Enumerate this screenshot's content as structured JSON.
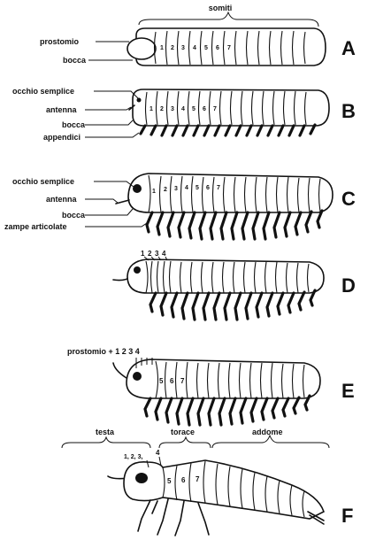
{
  "panels": [
    "A",
    "B",
    "C",
    "D",
    "E",
    "F"
  ],
  "A": {
    "somiti": "somiti",
    "prostomio": "prostomio",
    "bocca": "bocca",
    "segments": [
      "1",
      "2",
      "3",
      "4",
      "5",
      "6",
      "7"
    ]
  },
  "B": {
    "occhio": "occhio semplice",
    "antenna": "antenna",
    "bocca": "bocca",
    "appendici": "appendici",
    "segments": [
      "1",
      "2",
      "3",
      "4",
      "5",
      "6",
      "7"
    ]
  },
  "C": {
    "occhio": "occhio semplice",
    "antenna": "antenna",
    "bocca": "bocca",
    "zampe": "zampe articolate",
    "segments": [
      "1",
      "2",
      "3",
      "4",
      "5",
      "6",
      "7"
    ]
  },
  "D": {
    "segments": [
      "1",
      "2",
      "3",
      "4"
    ]
  },
  "E": {
    "prostomio": "prostomio + 1 2 3 4",
    "segments": [
      "5",
      "6",
      "7"
    ]
  },
  "F": {
    "testa": "testa",
    "torace": "torace",
    "addome": "addome",
    "head_nums": "1, 2, 3,",
    "four": "4",
    "segments": [
      "5",
      "6",
      "7"
    ]
  }
}
